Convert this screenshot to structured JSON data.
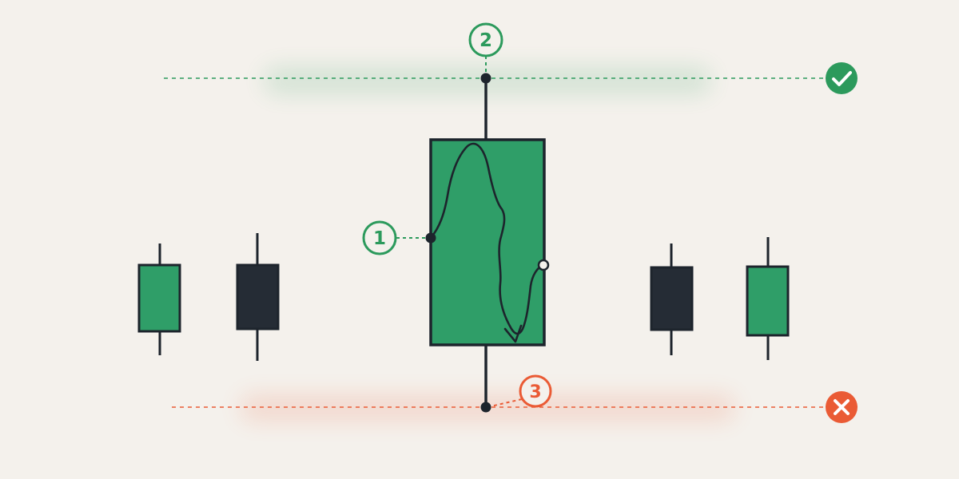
{
  "colors": {
    "background": "#f4f1ec",
    "bull": "#2f9e68",
    "bear": "#252c35",
    "outline": "#1d242c",
    "target": "#2c9a5c",
    "stop": "#ea5b35"
  },
  "markers": {
    "m1": {
      "label": "1",
      "color": "target"
    },
    "m2": {
      "label": "2",
      "color": "target"
    },
    "m3": {
      "label": "3",
      "color": "stop"
    }
  },
  "icons": {
    "target": "check-circle-icon",
    "stop": "x-circle-icon"
  },
  "candles": [
    {
      "kind": "bull"
    },
    {
      "kind": "bear"
    },
    {
      "kind": "bull",
      "main": true
    },
    {
      "kind": "bear"
    },
    {
      "kind": "bull"
    }
  ]
}
